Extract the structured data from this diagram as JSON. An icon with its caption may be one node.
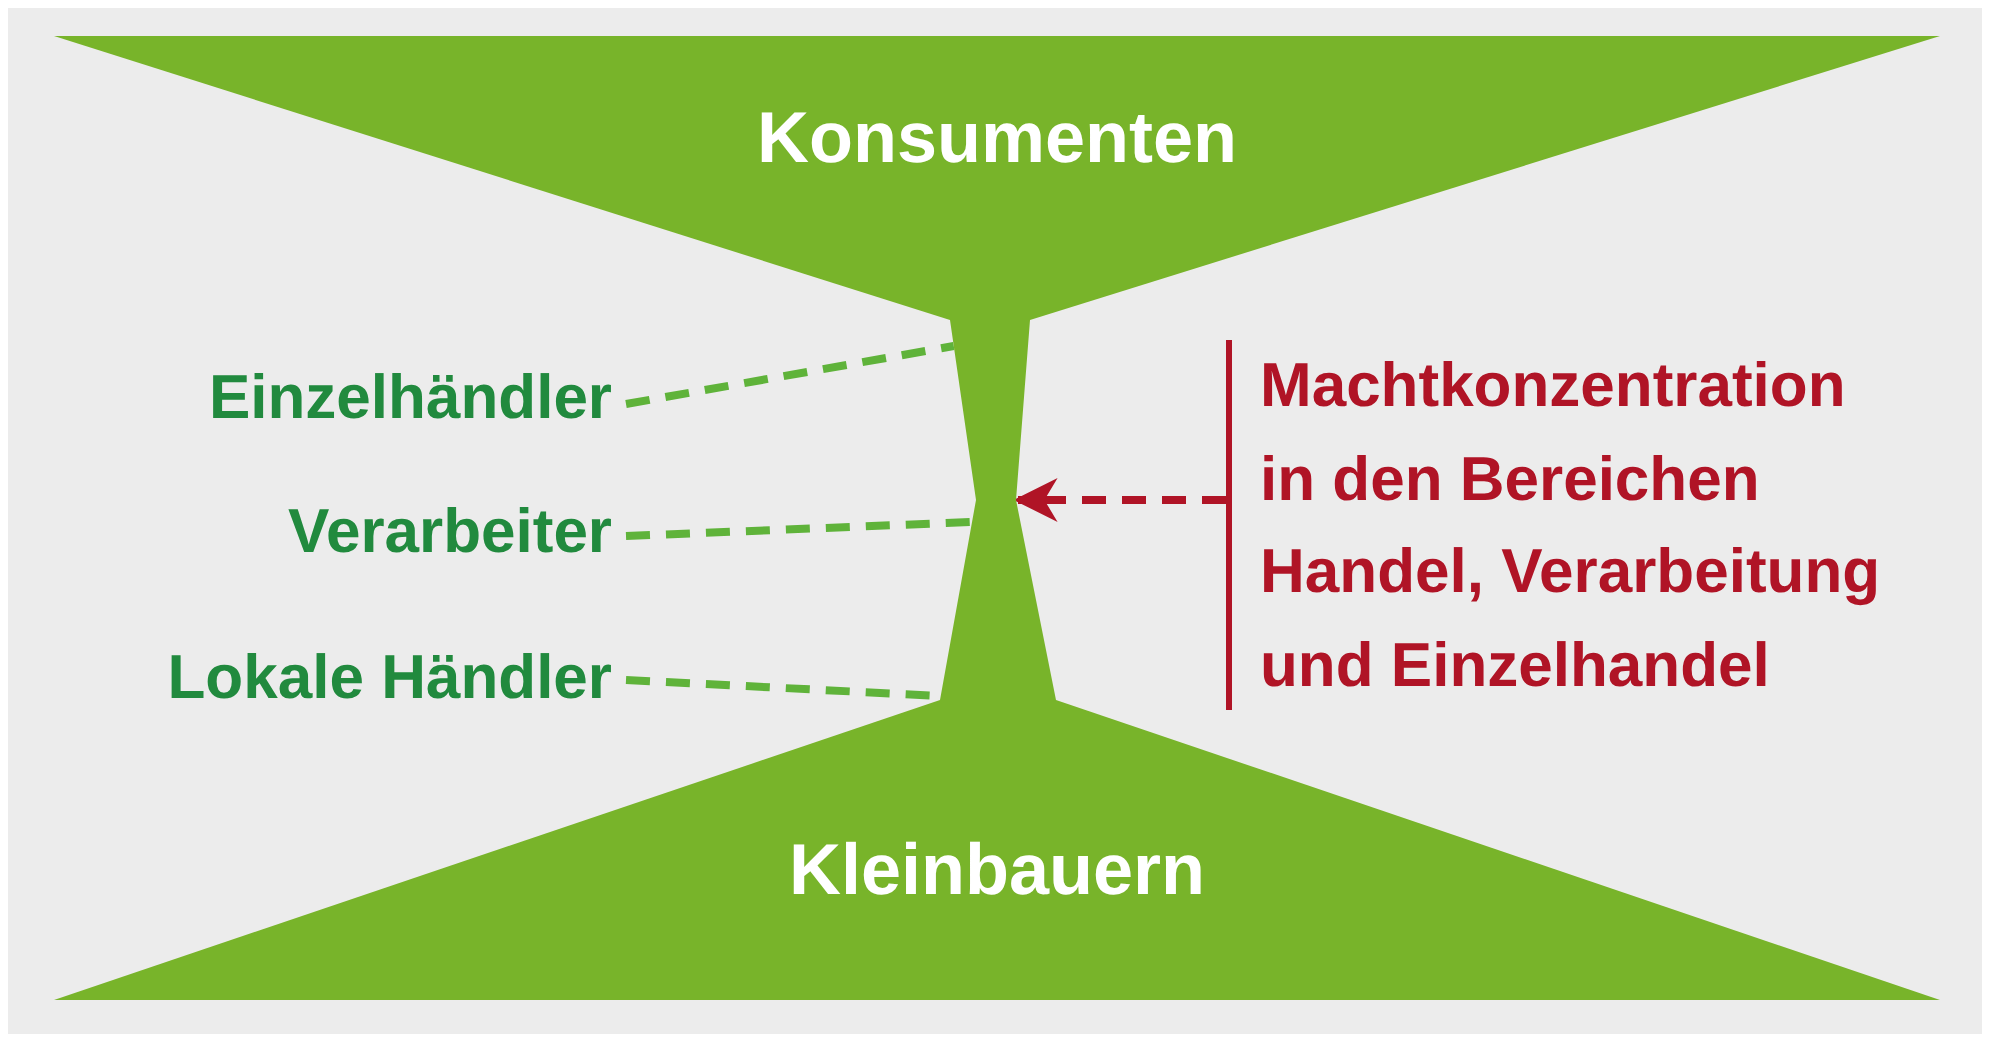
{
  "diagram": {
    "nodes": [
      {
        "text": [
          "Konsumenten"
        ]
      },
      {
        "text": [],
        "shape": "box"
      },
      {
        "text": [
          "Kleinbauern"
        ]
      },
      {
        "text": [
          "Einzelhändler"
        ]
      },
      {
        "text": [
          "Verarbeiter"
        ]
      },
      {
        "text": [
          "Lokale Händler"
        ]
      },
      {
        "text": [
          "Machtkonzentration in den Bereichen Handel, Verarbeitung und Einzelhandel"
        ]
      }
    ],
    "edges": [
      {
        "from": 3,
        "to": 1,
        "arrow": "none",
        "style": "dashed"
      },
      {
        "from": 4,
        "to": 1,
        "arrow": "none",
        "style": "dashed"
      },
      {
        "from": 5,
        "to": 1,
        "arrow": "none",
        "style": "dashed"
      },
      {
        "from": 6,
        "to": 1,
        "arrow": "to",
        "style": "dashed",
        "color": "#b01426"
      }
    ]
  }
}
